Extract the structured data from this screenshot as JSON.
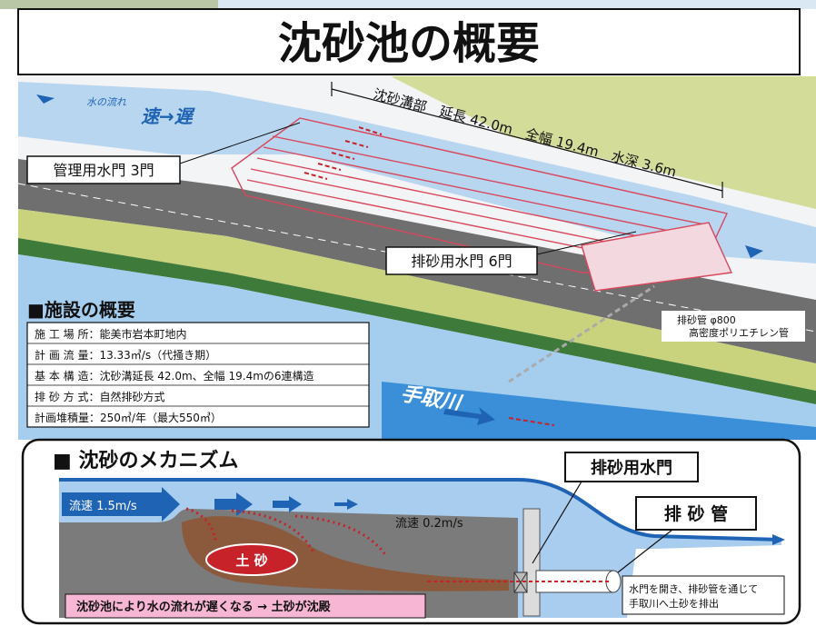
{
  "title": "沈砂池の概要",
  "plan": {
    "water_flow_label": "水の流れ",
    "speed_label": "速→遅",
    "channel_spec": "沈砂溝部　延長 42.0m　全幅 19.4m　水深 3.6m",
    "mgmt_gates": "管理用水門 3門",
    "sand_gates": "排砂用水門 6門",
    "pipe_label_1": "排砂管 φ800",
    "pipe_label_2": "高密度ポリエチレン管",
    "river_name": "手取川"
  },
  "facility": {
    "heading": "■施設の概要",
    "rows": [
      "施 工 場 所：能美市岩本町地内",
      "計 画 流 量：13.33㎥/s（代掻き期）",
      "基 本 構 造：沈砂溝延長 42.0m、全幅 19.4mの6連構造",
      "排 砂 方 式：自然排砂方式",
      "計画堆積量：250㎥/年（最大550㎥）"
    ]
  },
  "mechanism": {
    "heading": "■ 沈砂のメカニズム",
    "flow_fast": "流速 1.5m/s",
    "flow_slow": "流速 0.2m/s",
    "sediment": "土 砂",
    "sand_gate": "排砂用水門",
    "sand_pipe": "排 砂 管",
    "note_line1": "水門を開き、排砂管を通じて",
    "note_line2": "手取川へ土砂を排出",
    "summary": "沈砂池により水の流れが遅くなる → 土砂が沈殿"
  },
  "colors": {
    "water": "#a9cdef",
    "water_dark": "#1f63b5",
    "road": "#6e6e6e",
    "grass": "#cbd68a",
    "structure": "#d8475c",
    "sediment": "#8b5a3c",
    "pink_box": "#f7b6d4",
    "red_ellipse": "#c7212a"
  }
}
